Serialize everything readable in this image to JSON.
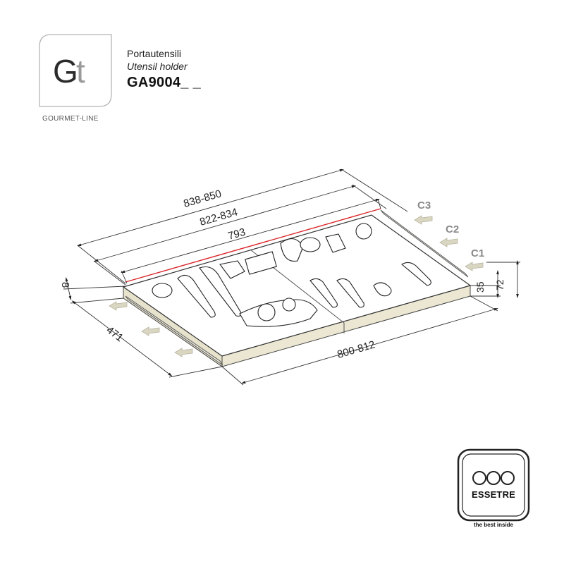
{
  "header": {
    "logo_letters": "Gt",
    "logo_subtitle": "GOURMET-LINE",
    "title_it": "Portautensili",
    "title_en": "Utensil holder",
    "product_code": "GA9004_ _"
  },
  "dimensions": {
    "overall_length": "838-850",
    "inner_length": "822-834",
    "tray_length": "793",
    "front_length": "800-812",
    "depth": "471",
    "offset": "8",
    "height_low": "35",
    "height_high": "72"
  },
  "drawer_levels": [
    "C3",
    "C2",
    "C1"
  ],
  "brand": {
    "name": "ESSETRE",
    "tagline": "the best inside"
  },
  "colors": {
    "accent_red": "#d9262a",
    "tray_side": "#e6e2cc",
    "tray_top": "#ffffff",
    "arrow_fill": "#d9d6c2",
    "label_gray": "#8a8a8a",
    "logo_gray": "#9a9a9a"
  }
}
